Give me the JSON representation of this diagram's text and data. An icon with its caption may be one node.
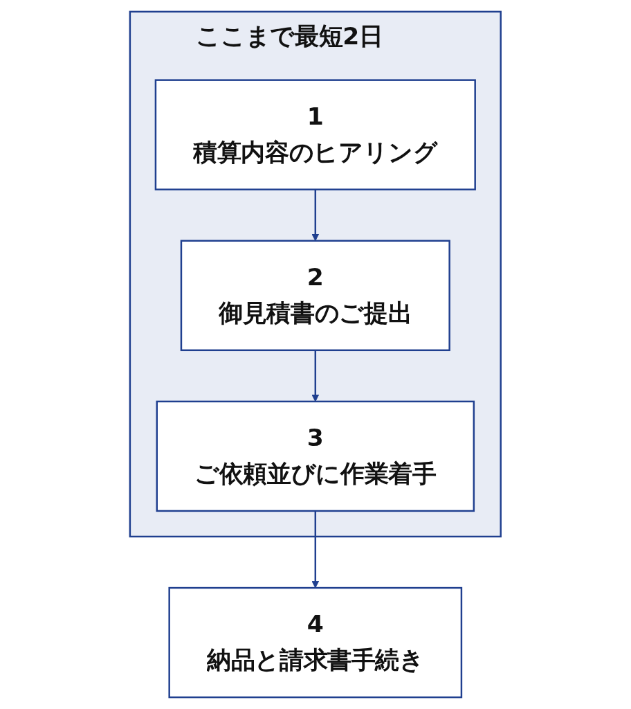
{
  "diagram": {
    "nodes": [
      {
        "text": [
          "ここまで最短2日"
        ]
      },
      {
        "text": [
          "1",
          "積算内容のヒアリング"
        ],
        "in": 0
      },
      {
        "text": [
          "2",
          "御見積書のご提出"
        ],
        "in": 0
      },
      {
        "text": [
          "3",
          "ご依頼並びに作業着手"
        ],
        "in": 0
      },
      {
        "text": [
          "4",
          "納品と請求書手続き"
        ]
      }
    ],
    "edges": [
      {
        "from": 1,
        "to": 2,
        "arrow": "to"
      },
      {
        "from": 2,
        "to": 3,
        "arrow": "to"
      },
      {
        "from": 3,
        "to": 4,
        "arrow": "to"
      }
    ]
  }
}
